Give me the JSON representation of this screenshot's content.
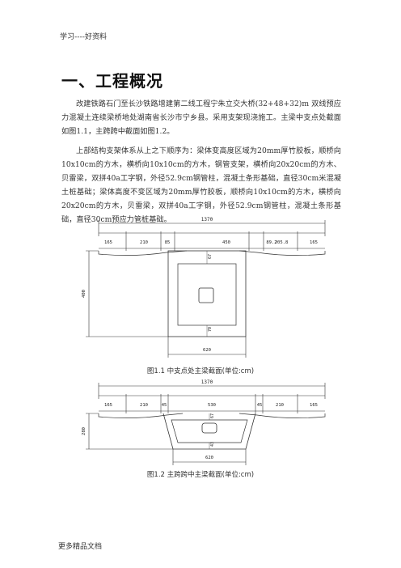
{
  "header": {
    "text": "学习----好资料"
  },
  "section": {
    "heading": "一、工程概况"
  },
  "paragraphs": {
    "p1": "改建铁路石门至长沙铁路增建第二线工程宁朱立交大桥(32+48+32)m 双线预应力混凝土连续梁桥地处湖南省长沙市宁乡县。采用支架现浇施工。主梁中支点处截面如图1.1，主跨跨中截面如图1.2。",
    "p2": "上部结构支架体系从上之下顺序为：梁体变高度区域为20mm厚竹胶板，顺桥向10x10cm的方木，横桥向10x10cm的方木，钢管支架，横桥向20x20cm的方木、贝雷梁，双拼40a工字钢，外径52.9cm钢管柱，混凝土条形基础，直径30cm米混凝土桩基础；梁体高度不变区域为20mm厚竹胶板，顺桥向10x10cm的方木，横桥向20x20cm的方木，贝雷梁，双拼40a工字钢，外径52.9cm钢管柱，混凝土条形基础，直径30cm预应力管桩基础。"
  },
  "figure1": {
    "caption": "图1.1 中支点处主梁截面(单位:cm)",
    "total_width": "1370",
    "segments": [
      "165",
      "210",
      "85",
      "450",
      "89.2",
      "205.8",
      "165"
    ],
    "height": "400",
    "top_thickness": "67",
    "bottom_thickness": "70",
    "bottom_width": "620"
  },
  "figure2": {
    "caption": "图1.2   主跨跨中主梁截面(单位:cm)",
    "total_width": "1370",
    "segments": [
      "165",
      "210",
      "45",
      "530",
      "45",
      "210",
      "165"
    ],
    "height": "280",
    "top_thickness": "67",
    "bottom_thickness": "43",
    "bottom_width": "620"
  },
  "footer": {
    "text": "更多精品文档"
  }
}
